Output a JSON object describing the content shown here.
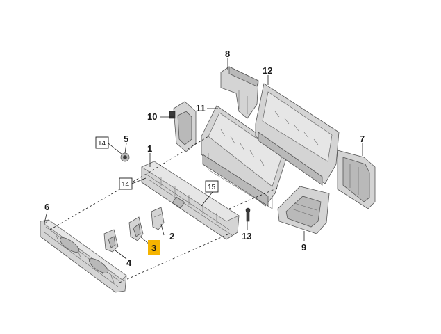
{
  "callouts": [
    {
      "id": "c1",
      "label": "1"
    },
    {
      "id": "c2",
      "label": "2"
    },
    {
      "id": "c3",
      "label": "3",
      "highlight": "#f5b400"
    },
    {
      "id": "c4",
      "label": "4"
    },
    {
      "id": "c5",
      "label": "5"
    },
    {
      "id": "c6",
      "label": "6"
    },
    {
      "id": "c7",
      "label": "7"
    },
    {
      "id": "c8",
      "label": "8"
    },
    {
      "id": "c9",
      "label": "9"
    },
    {
      "id": "c10",
      "label": "10"
    },
    {
      "id": "c11",
      "label": "11"
    },
    {
      "id": "c12",
      "label": "12"
    },
    {
      "id": "c13",
      "label": "13"
    },
    {
      "id": "b14a",
      "label": "14",
      "boxed": true
    },
    {
      "id": "b14b",
      "label": "14",
      "boxed": true
    },
    {
      "id": "b15",
      "label": "15",
      "boxed": true
    }
  ],
  "colors": {
    "highlight": "#f5b400",
    "part_fill": "#d4d4d4",
    "line": "#1a1a1a"
  }
}
